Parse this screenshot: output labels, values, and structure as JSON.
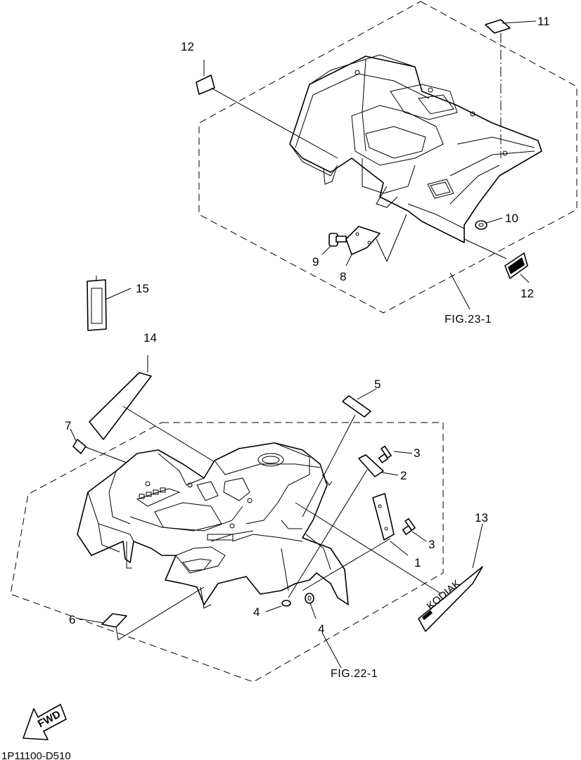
{
  "callouts": {
    "p1": "1",
    "p2": "2",
    "p3a": "3",
    "p3b": "3",
    "p4a": "4",
    "p4b": "4",
    "p5": "5",
    "p6": "6",
    "p7": "7",
    "p8": "8",
    "p9": "9",
    "p10": "10",
    "p11": "11",
    "p12a": "12",
    "p12b": "12",
    "p13": "13",
    "p14": "14",
    "p15": "15"
  },
  "figures": {
    "rear": "FIG.23-1",
    "front": "FIG.22-1"
  },
  "fwd_label": "FWD",
  "drawing_code": "1P11100-D510",
  "decal_text": "KODIAK"
}
